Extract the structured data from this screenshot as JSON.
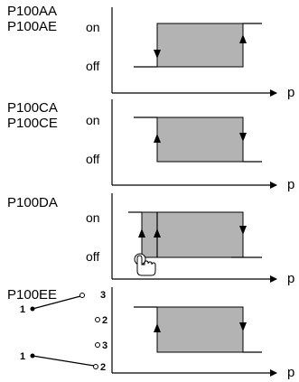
{
  "colors": {
    "hysteresis_fill": "#b3b3b3",
    "line": "#000000",
    "background": "#ffffff"
  },
  "panels": [
    {
      "id": "aa",
      "models": [
        "P100AA",
        "P100AE"
      ],
      "state_on": "on",
      "state_off": "off",
      "axis_label": "p",
      "left_arrow": "down",
      "right_arrow": "up"
    },
    {
      "id": "ca",
      "models": [
        "P100CA",
        "P100CE"
      ],
      "state_on": "on",
      "state_off": "off",
      "axis_label": "p",
      "left_arrow": "up",
      "right_arrow": "down"
    },
    {
      "id": "da",
      "models": [
        "P100DA"
      ],
      "state_on": "on",
      "state_off": "off",
      "axis_label": "p",
      "left_arrow": "up",
      "right_arrow": "down",
      "manual_reset_icon": "hand-pointer-icon"
    },
    {
      "id": "ee",
      "models": [
        "P100EE"
      ],
      "axis_label": "p",
      "left_arrow": "up",
      "right_arrow": "down",
      "contacts_top": {
        "common": "1",
        "a": "3",
        "b": "2"
      },
      "contacts_bottom": {
        "a": "3",
        "b": "2",
        "common": "1"
      }
    }
  ]
}
